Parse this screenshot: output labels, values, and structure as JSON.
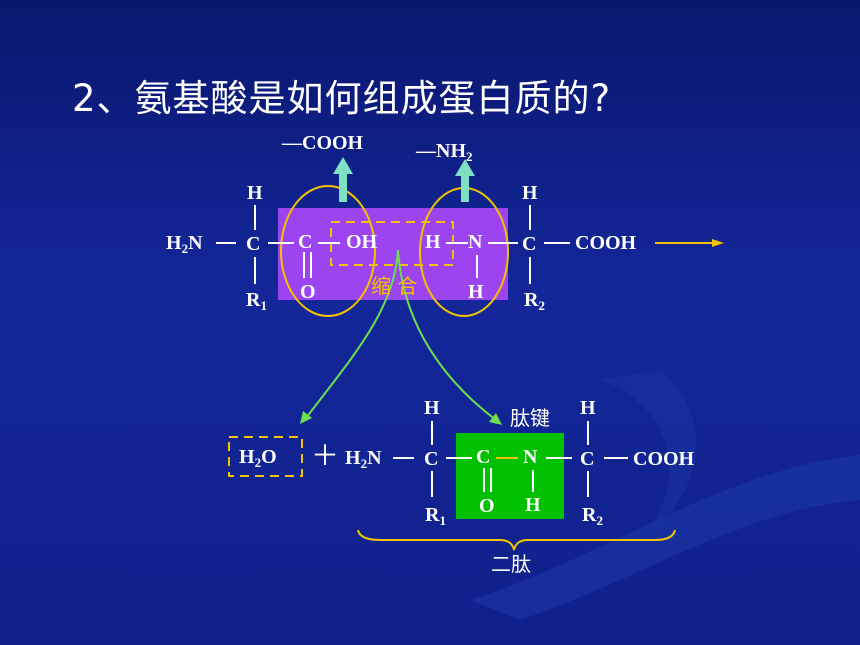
{
  "title": "2、氨基酸是如何组成蛋白质的?",
  "reactants": {
    "removed_cooh": "—COOH",
    "removed_nh2": "—NH",
    "removed_nh2_sub": "2",
    "aa1": {
      "h2n": "H",
      "h2n_sub": "2",
      "h2n_tail": "N",
      "h_top": "H",
      "c_alpha": "C",
      "r": "R",
      "r_sub": "1",
      "c_carbonyl": "C",
      "o": "O",
      "oh": "OH"
    },
    "aa2": {
      "h": "H",
      "n": "N",
      "h_bottom": "H",
      "h_top": "H",
      "c_alpha": "C",
      "r": "R",
      "r_sub": "2",
      "cooh": "COOH"
    },
    "condensation_label": "缩 合"
  },
  "products": {
    "water": "H",
    "water_sub": "2",
    "water_tail": "O",
    "plus": "＋",
    "h2n": "H",
    "h2n_sub": "2",
    "h2n_tail": "N",
    "h_top_1": "H",
    "c_alpha_1": "C",
    "r1": "R",
    "r1_sub": "1",
    "c_carbonyl": "C",
    "o": "O",
    "n": "N",
    "h_n": "H",
    "h_top_2": "H",
    "c_alpha_2": "C",
    "r2": "R",
    "r2_sub": "2",
    "cooh": "COOH",
    "peptide_bond_label": "肽键",
    "dipeptide_label": "二肽"
  },
  "colors": {
    "background": "#13279a",
    "reaction_box": "#9b44f0",
    "peptide_box": "#00c000",
    "highlight": "#f3c300",
    "arrow_up": "#7fe0c4",
    "arrow_curve": "#6be050"
  }
}
